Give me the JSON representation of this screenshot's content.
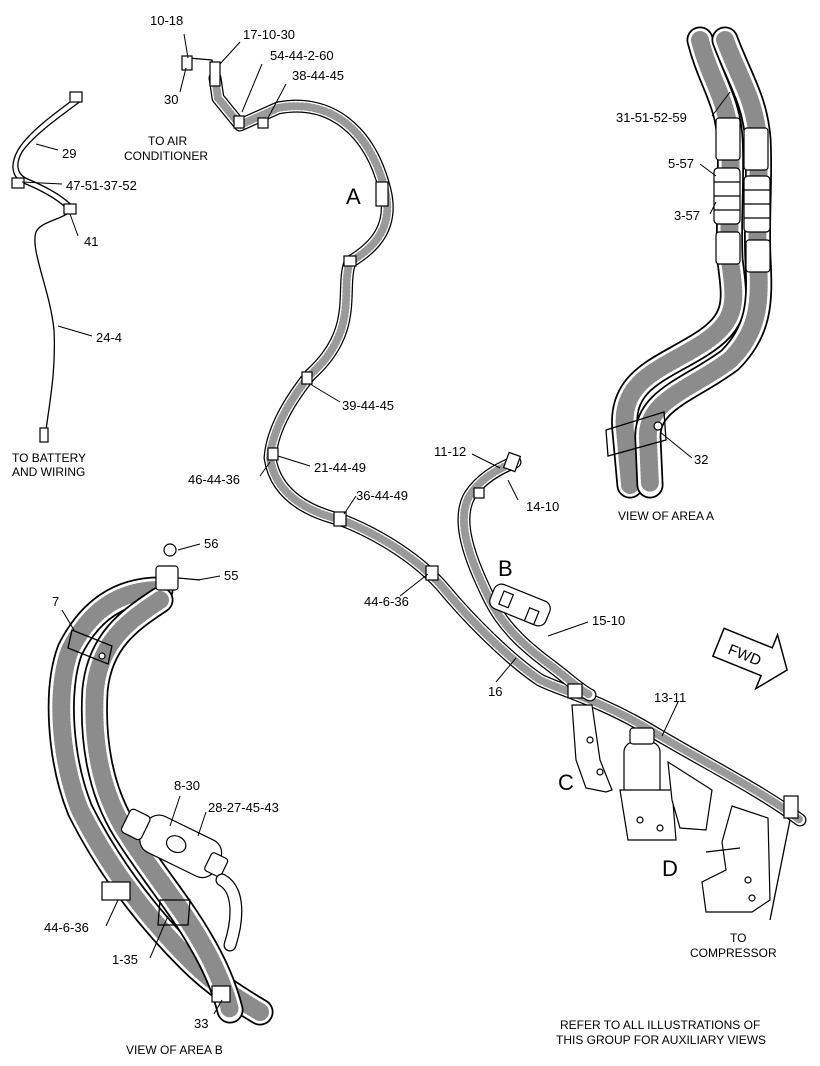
{
  "callouts": {
    "c_10_18": "10-18",
    "c_17_10_30": "17-10-30",
    "c_54_44_2_60": "54-44-2-60",
    "c_38_44_45": "38-44-45",
    "c_30": "30",
    "c_29": "29",
    "c_47_51_37_52": "47-51-37-52",
    "c_41": "41",
    "c_24_4": "24-4",
    "c_39_44_45": "39-44-45",
    "c_21_44_49": "21-44-49",
    "c_46_44_36": "46-44-36",
    "c_36_44_49": "36-44-49",
    "c_11_12": "11-12",
    "c_14_10": "14-10",
    "c_44_6_36": "44-6-36",
    "c_15_10": "15-10",
    "c_16": "16",
    "c_13_11": "13-11",
    "c_31_51_52_59": "31-51-52-59",
    "c_5_57": "5-57",
    "c_3_57": "3-57",
    "c_32": "32",
    "c_56": "56",
    "c_55": "55",
    "c_7": "7",
    "c_8_30": "8-30",
    "c_28_27_45_43": "28-27-45-43",
    "c_44_6_36_b": "44-6-36",
    "c_1_35": "1-35",
    "c_33": "33"
  },
  "areas": {
    "a": "A",
    "b": "B",
    "c": "C",
    "d": "D"
  },
  "captions": {
    "to_air_1": "TO AIR",
    "to_air_2": "CONDITIONER",
    "battery_1": "TO BATTERY",
    "battery_2": "AND WIRING",
    "view_a": "VIEW OF AREA A",
    "view_b": "VIEW OF AREA B",
    "to_comp_1": "TO",
    "to_comp_2": "COMPRESSOR",
    "refer_1": "REFER TO ALL ILLUSTRATIONS OF",
    "refer_2": "THIS GROUP FOR AUXILIARY VIEWS"
  },
  "fwd_label": "FWD"
}
